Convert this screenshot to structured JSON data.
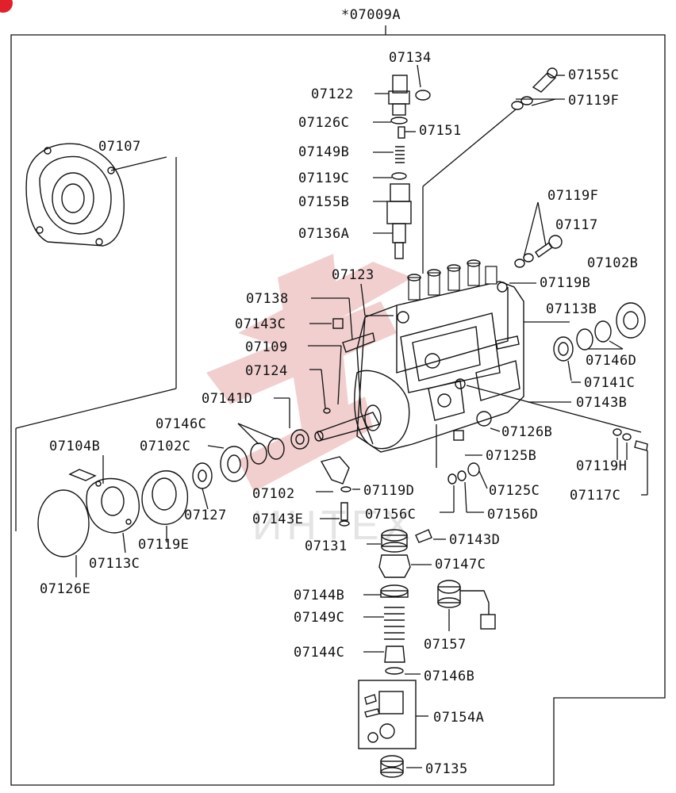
{
  "assembly_label": "*07009A",
  "watermark": "ИНТЕХ",
  "badge_color": "#e0202a",
  "watermark_color": "#e9a8a8",
  "labels": {
    "p07134": "07134",
    "p07155C": "07155C",
    "p07122": "07122",
    "p07119F_top": "07119F",
    "p07126C": "07126C",
    "p07151": "07151",
    "p07107": "07107",
    "p07149B": "07149B",
    "p07119C": "07119C",
    "p07155B": "07155B",
    "p07119F_mid": "07119F",
    "p07136A": "07136A",
    "p07117": "07117",
    "p07102B": "07102B",
    "p07123": "07123",
    "p07119B": "07119B",
    "p07138": "07138",
    "p07113B": "07113B",
    "p07143C": "07143C",
    "p07109": "07109",
    "p07146D": "07146D",
    "p07124": "07124",
    "p07141C": "07141C",
    "p07141D": "07141D",
    "p07143B": "07143B",
    "p07146C": "07146C",
    "p07126B": "07126B",
    "p07104B": "07104B",
    "p07102C": "07102C",
    "p07125B": "07125B",
    "p07119H": "07119H",
    "p07102": "07102",
    "p07119D": "07119D",
    "p07125C": "07125C",
    "p07117C": "07117C",
    "p07127": "07127",
    "p07143E": "07143E",
    "p07156C": "07156C",
    "p07156D": "07156D",
    "p07119E": "07119E",
    "p07131": "07131",
    "p07143D": "07143D",
    "p07113C": "07113C",
    "p07147C": "07147C",
    "p07126E": "07126E",
    "p07144B": "07144B",
    "p07149C": "07149C",
    "p07157": "07157",
    "p07144C": "07144C",
    "p07146B": "07146B",
    "p07154A": "07154A",
    "p07135": "07135"
  }
}
